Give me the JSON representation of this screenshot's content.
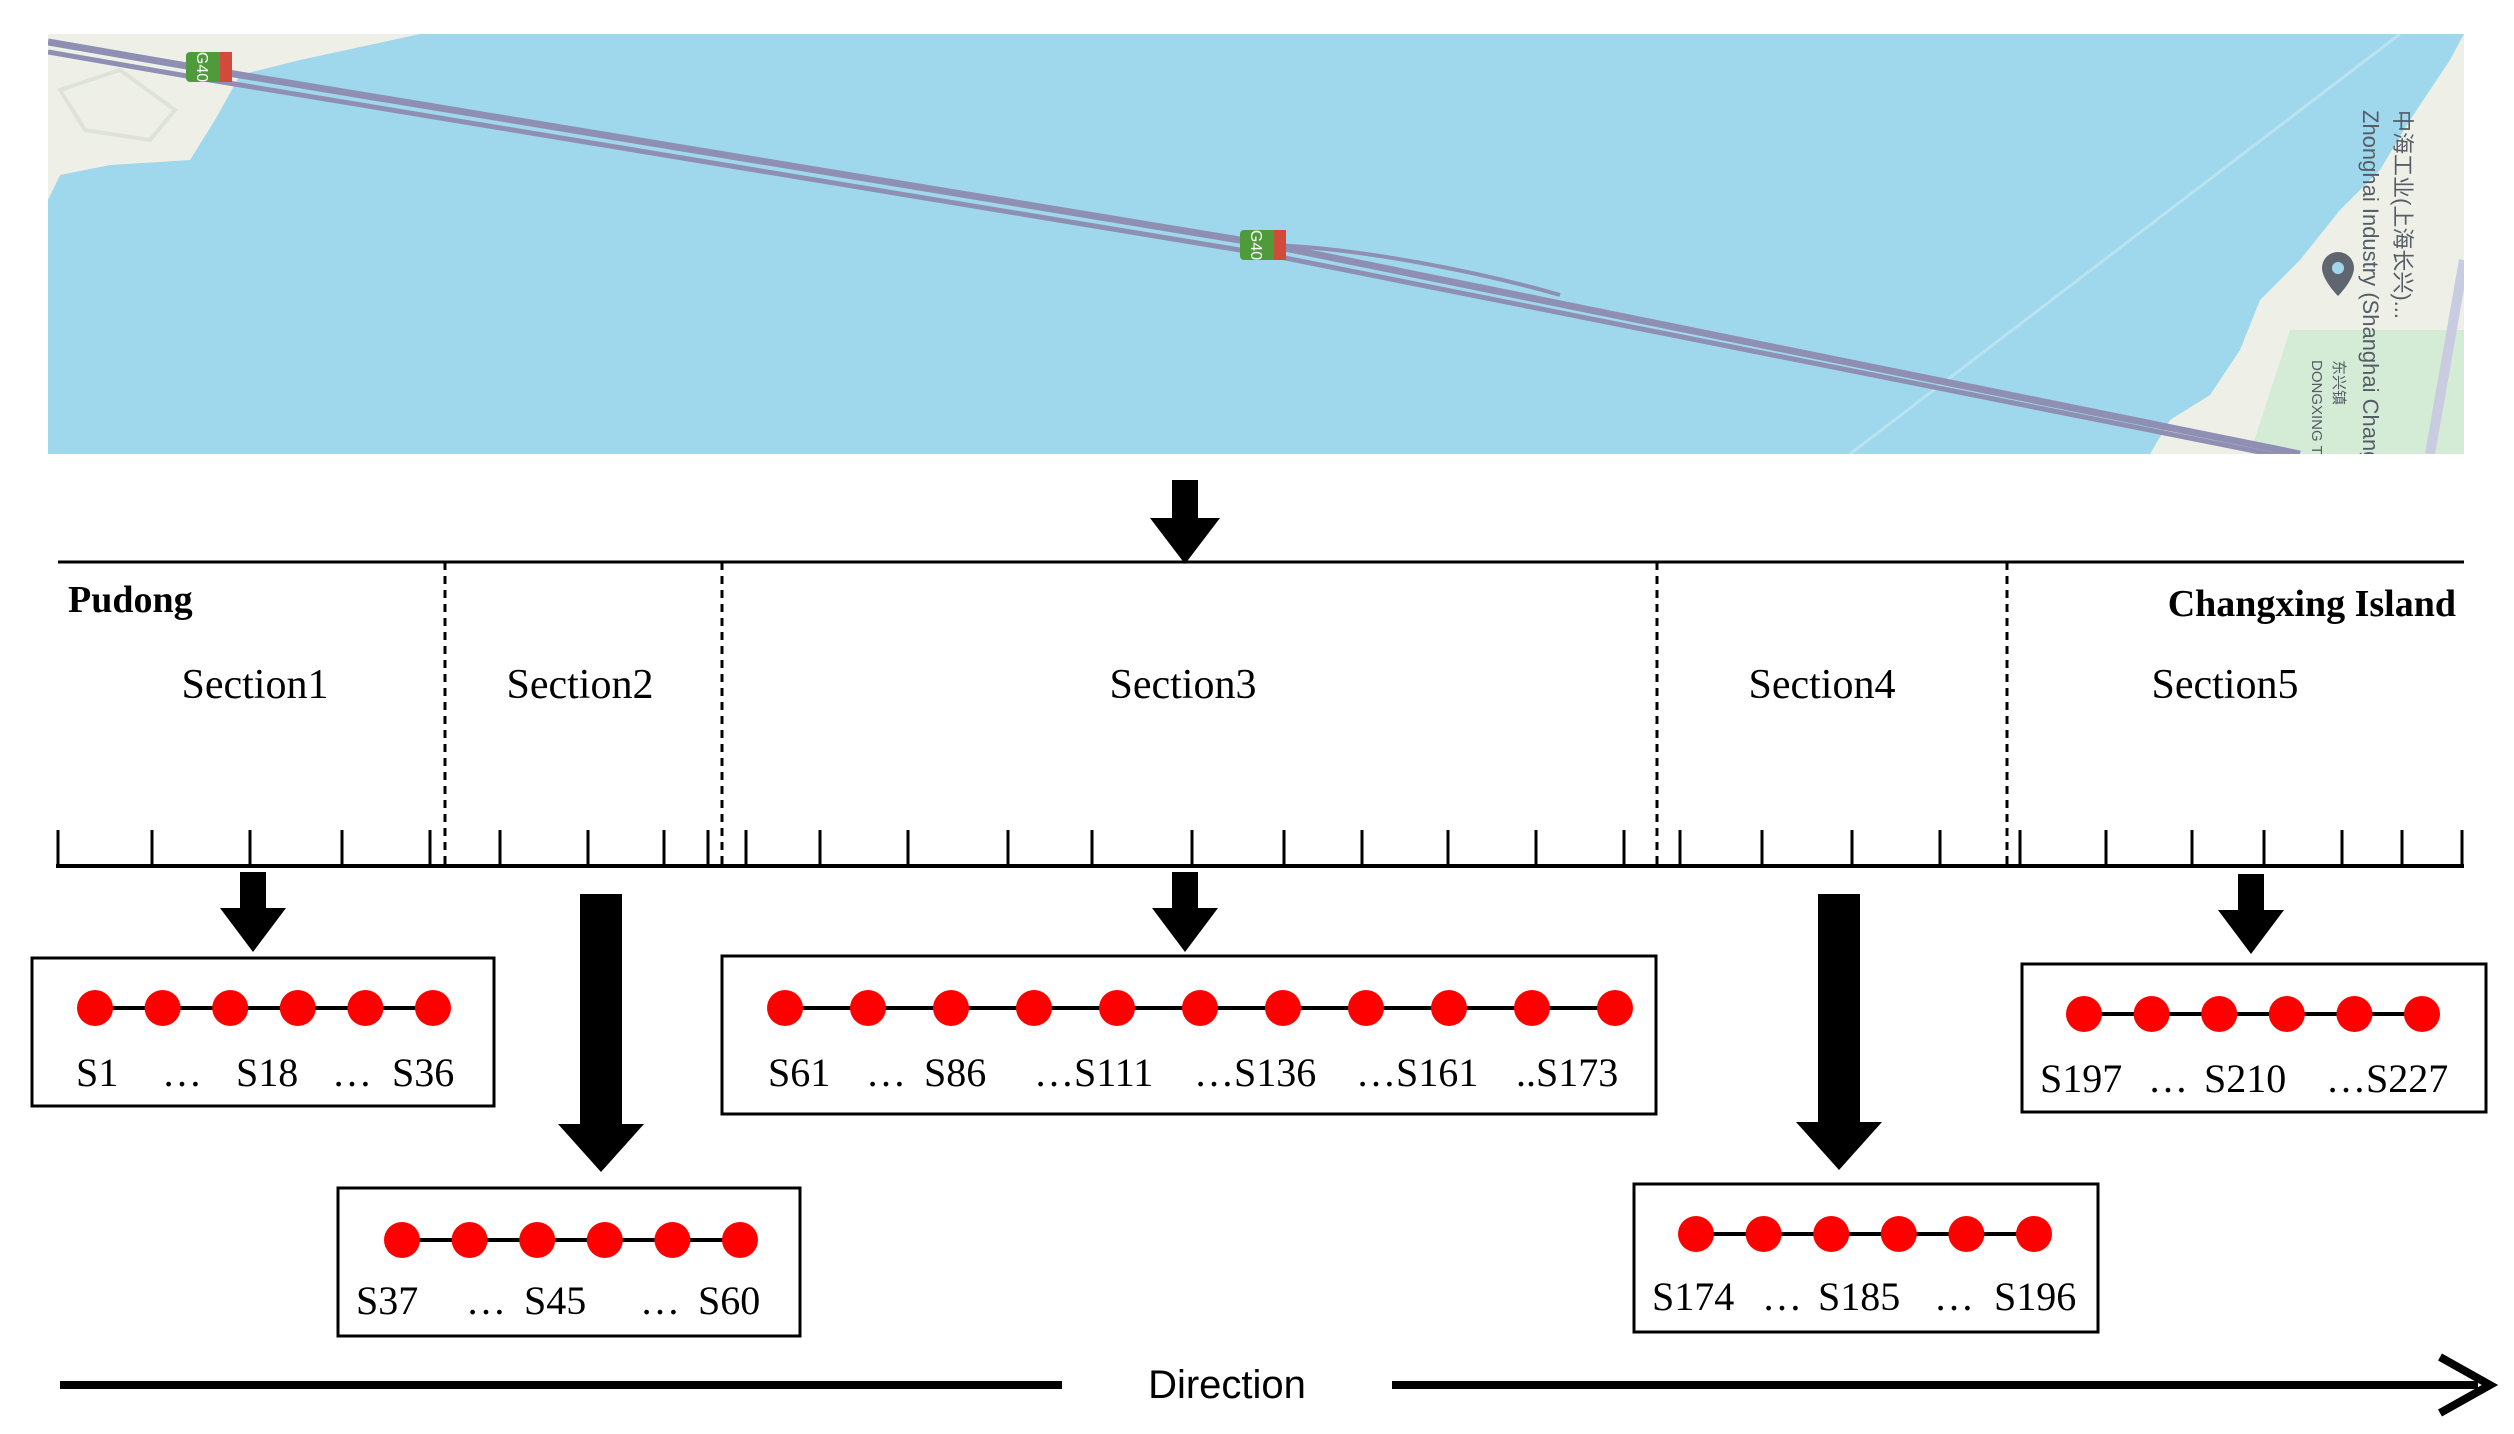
{
  "map": {
    "road_badges": [
      "G40",
      "G40"
    ],
    "poi_name_en": "Zhonghai Industry (Shanghai Changxing)...",
    "poi_name_zh": "中海工业(上海长兴)...",
    "town_en": "DONGXING TOWN",
    "town_zh": "东兴镇",
    "colors": {
      "water": "#9fd8ec",
      "land": "#eef0e8",
      "road": "#8e8fb3",
      "pin": "#5f6670"
    }
  },
  "bridge": {
    "left_end": "Pudong",
    "right_end": "Changxing Island",
    "sections": [
      "Section1",
      "Section2",
      "Section3",
      "Section4",
      "Section5"
    ]
  },
  "sensor_groups": [
    {
      "labels": [
        "S1",
        "…",
        "S18",
        "…",
        "S36"
      ],
      "dot_count": 6
    },
    {
      "labels": [
        "S37",
        "…",
        "S45",
        "…",
        "S60"
      ],
      "dot_count": 6
    },
    {
      "labels": [
        "S61",
        "…",
        "S86",
        "…S111",
        "…S136",
        "…S161",
        "..S173"
      ],
      "dot_count": 11
    },
    {
      "labels": [
        "S174",
        "…",
        "S185",
        "…",
        "S196"
      ],
      "dot_count": 6
    },
    {
      "labels": [
        "S197",
        "…",
        "S210",
        "…S227"
      ],
      "dot_count": 6
    }
  ],
  "direction_label": "Direction",
  "colors": {
    "sensor": "#ff0000",
    "line": "#000000"
  }
}
